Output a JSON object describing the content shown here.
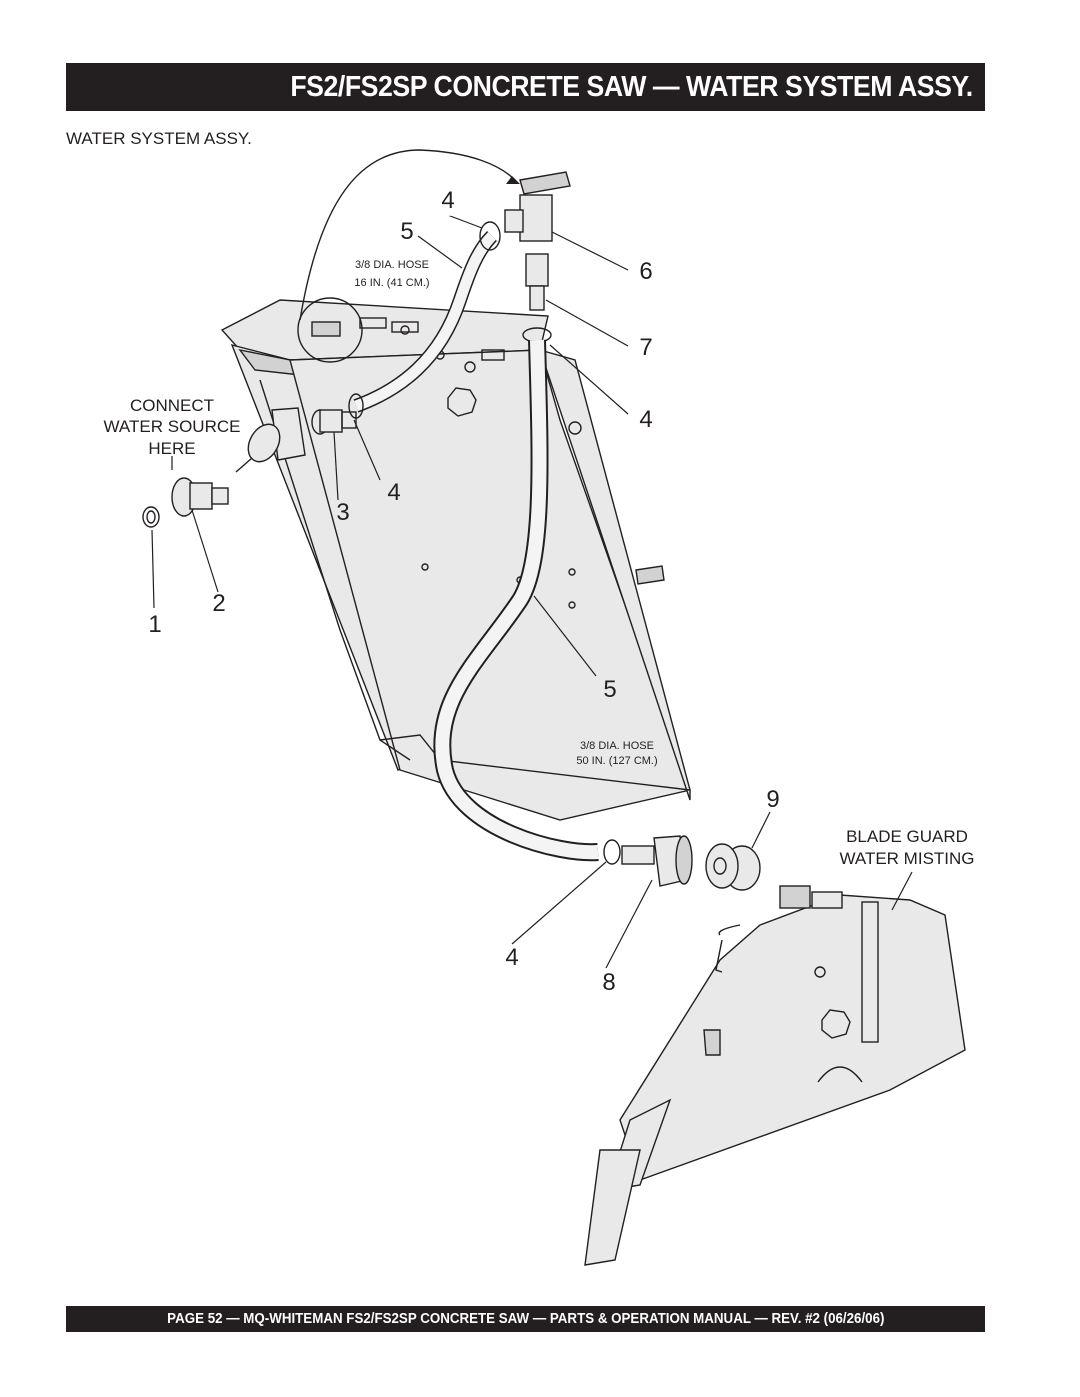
{
  "header": {
    "title": "FS2/FS2SP CONCRETE SAW — WATER SYSTEM ASSY."
  },
  "section": {
    "subtitle": "WATER SYSTEM ASSY."
  },
  "diagram": {
    "labels": {
      "connect_line1": "CONNECT",
      "connect_line2": "WATER SOURCE",
      "connect_line3": "HERE",
      "blade_line1": "BLADE GUARD",
      "blade_line2": "WATER MISTING"
    },
    "hose_short": {
      "line1": "3/8 DIA. HOSE",
      "line2": "16 IN. (41 CM.)"
    },
    "hose_long": {
      "line1": "3/8 DIA. HOSE",
      "line2": "50 IN. (127 CM.)"
    },
    "callouts": [
      "4",
      "5",
      "6",
      "7",
      "4",
      "4",
      "3",
      "2",
      "1",
      "5",
      "9",
      "4",
      "8"
    ]
  },
  "footer": {
    "text": "PAGE 52 — MQ-WHITEMAN FS2/FS2SP  CONCRETE SAW — PARTS & OPERATION MANUAL — REV. #2 (06/26/06)"
  }
}
